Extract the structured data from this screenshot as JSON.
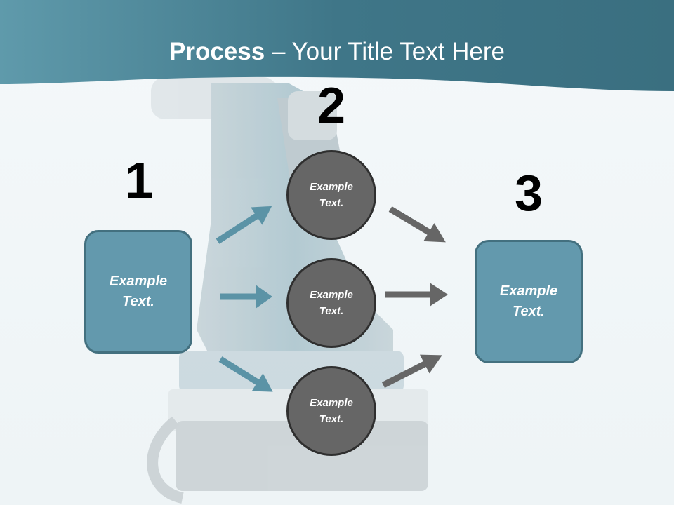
{
  "title": {
    "bold": "Process",
    "rest": " – Your Title Text Here"
  },
  "steps": [
    {
      "number": "1",
      "box_text_line1": "Example",
      "box_text_line2": "Text."
    },
    {
      "number": "2",
      "circles": [
        {
          "line1": "Example",
          "line2": "Text."
        },
        {
          "line1": "Example",
          "line2": "Text."
        },
        {
          "line1": "Example",
          "line2": "Text."
        }
      ]
    },
    {
      "number": "3",
      "box_text_line1": "Example",
      "box_text_line2": "Text."
    }
  ],
  "colors": {
    "header": "#4f8a9c",
    "box": "#6399ad",
    "circle": "#666666",
    "arrow_blue": "#5b93a6",
    "arrow_gray": "#666666"
  }
}
